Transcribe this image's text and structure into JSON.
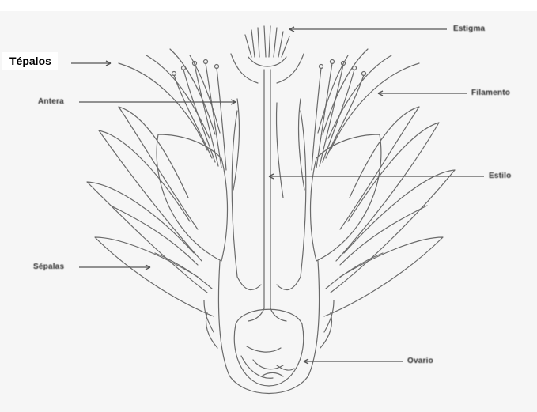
{
  "labels": {
    "tepalos": "Tépalos",
    "estigma": "Estigma",
    "antera": "Antera",
    "filamento": "Filamento",
    "estilo": "Estilo",
    "sepalas": "Sépalas",
    "ovario": "Ovario"
  },
  "colors": {
    "background": "#f6f6f6",
    "line": "#6a6a6a",
    "label_text": "#2b2b2b"
  }
}
